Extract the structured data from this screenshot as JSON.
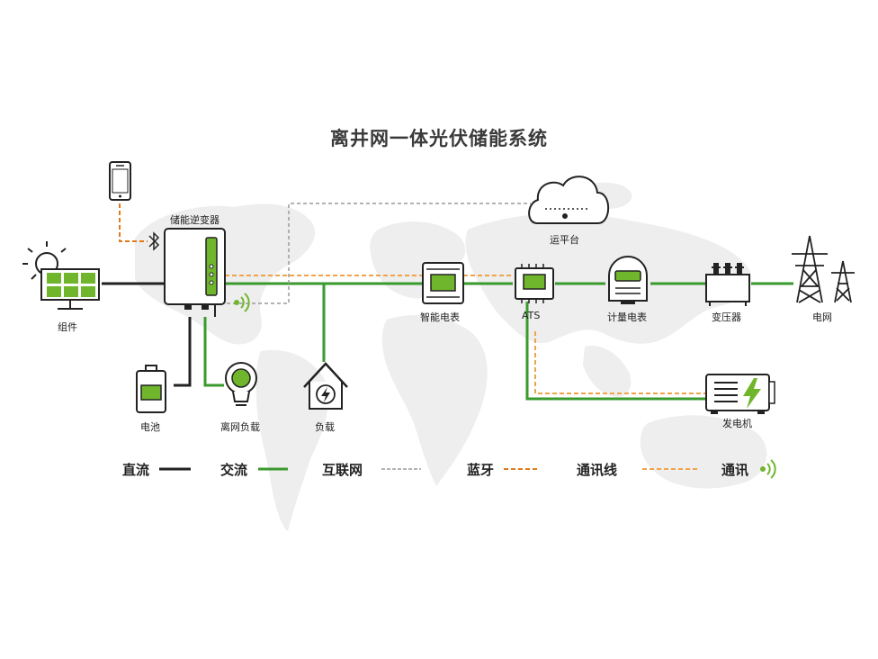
{
  "title": "离井网一体光伏储能系统",
  "colors": {
    "dc": "#222222",
    "ac": "#3a9a2e",
    "internet": "#9a9a9a",
    "bluetooth": "#e07a1c",
    "comm_line": "#f0a34a",
    "accent_green": "#6fb62c",
    "map": "#eeeeee"
  },
  "nodes": {
    "solar": {
      "label": "组件",
      "icon": "solar-panel-icon"
    },
    "phone": {
      "icon": "smartphone-icon"
    },
    "bluetooth": {
      "icon": "bluetooth-icon"
    },
    "inverter": {
      "label": "储能逆变器",
      "icon": "inverter-icon"
    },
    "cloud": {
      "label": "运平台",
      "icon": "cloud-icon"
    },
    "smart_meter": {
      "label": "智能电表",
      "icon": "smart-meter-icon"
    },
    "ats": {
      "label": "ATS",
      "icon": "ats-icon"
    },
    "meter": {
      "label": "计量电表",
      "icon": "metering-meter-icon"
    },
    "transformer": {
      "label": "变压器",
      "icon": "transformer-icon"
    },
    "grid": {
      "label": "电网",
      "icon": "power-tower-icon"
    },
    "battery": {
      "label": "电池",
      "icon": "battery-icon"
    },
    "offgrid_load": {
      "label": "离网负载",
      "icon": "bulb-icon"
    },
    "load": {
      "label": "负载",
      "icon": "house-icon"
    },
    "generator": {
      "label": "发电机",
      "icon": "generator-icon"
    }
  },
  "legend": [
    {
      "label": "直流",
      "style": "dc"
    },
    {
      "label": "交流",
      "style": "ac"
    },
    {
      "label": "互联网",
      "style": "internet"
    },
    {
      "label": "蓝牙",
      "style": "bluetooth"
    },
    {
      "label": "通讯线",
      "style": "comm_line"
    },
    {
      "label": "通讯",
      "style": "wireless"
    }
  ]
}
